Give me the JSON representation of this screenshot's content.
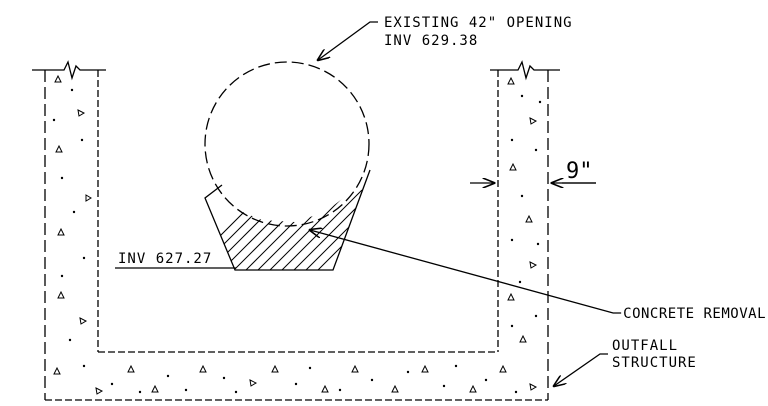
{
  "labels": {
    "existing_opening_line1": "EXISTING 42\" OPENING",
    "existing_opening_line2": "INV 629.38",
    "inv_lower": "INV 627.27",
    "wall_thickness": "9\"",
    "concrete_removal": "CONCRETE REMOVAL",
    "outfall_line1": "OUTFALL",
    "outfall_line2": "STRUCTURE"
  },
  "colors": {
    "ink": "#000000",
    "paper": "#ffffff"
  }
}
